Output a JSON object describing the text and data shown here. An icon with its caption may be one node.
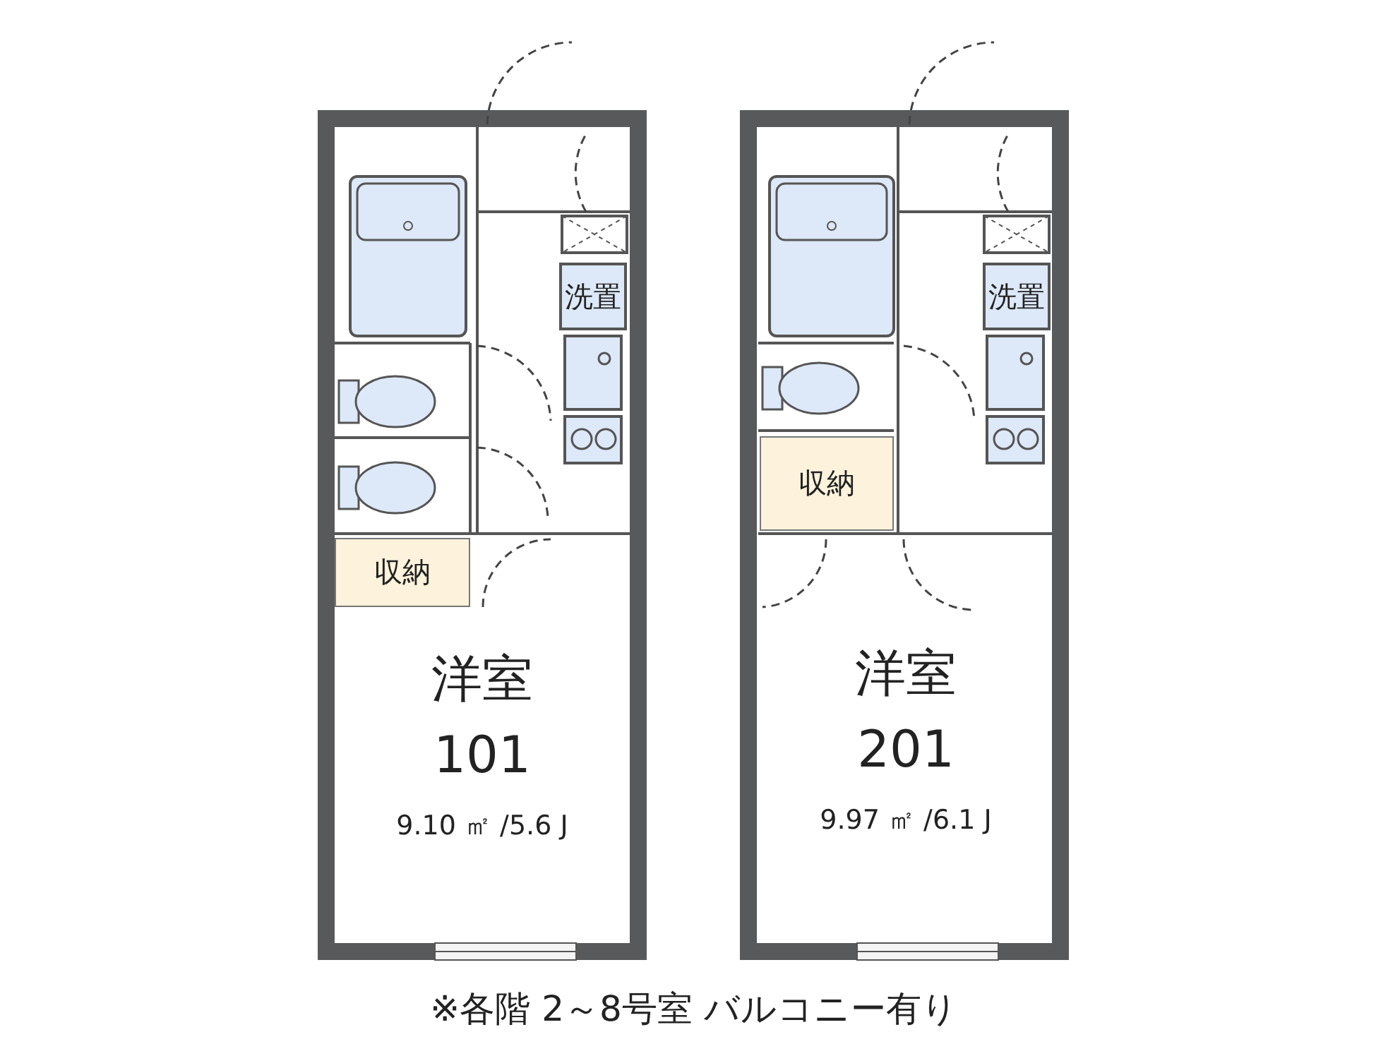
{
  "diagram": {
    "caption": "※各階 2～8号室 バルコニー有り",
    "nodes": [
      {
        "text": [
          "洗置"
        ]
      },
      {
        "text": [
          "収納"
        ]
      },
      {
        "text": [
          "洋室",
          "101",
          "9.10 ㎡ /5.6 J"
        ]
      },
      {
        "text": [
          "洗置"
        ]
      },
      {
        "text": [
          "収納"
        ]
      },
      {
        "text": [
          "洋室",
          "201",
          "9.97 ㎡ /6.1 J"
        ]
      }
    ]
  }
}
